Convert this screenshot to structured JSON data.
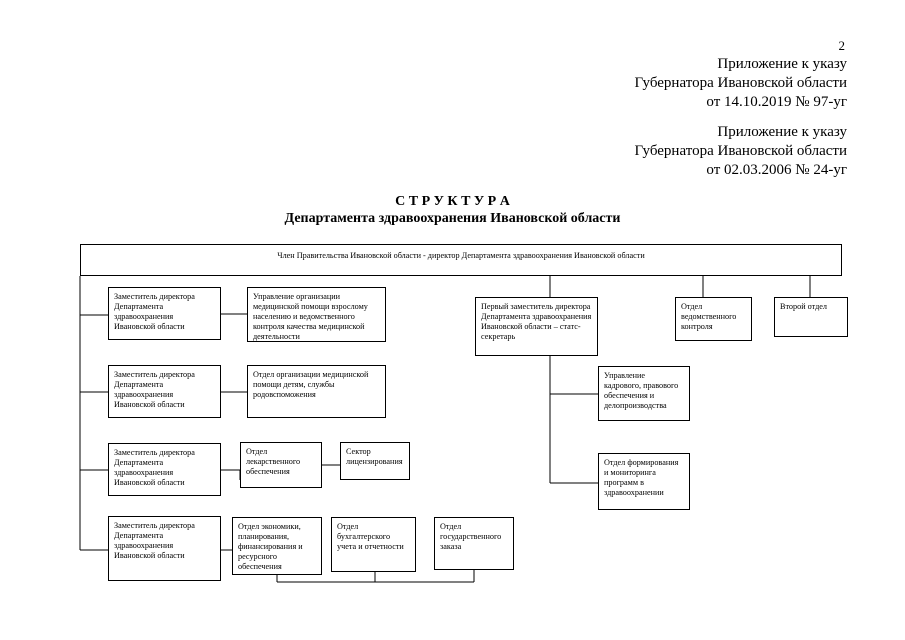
{
  "page_number": "2",
  "appendix_1": {
    "line1": "Приложение к указу",
    "line2": "Губернатора Ивановской области",
    "line3": "от 14.10.2019 № 97-уг"
  },
  "appendix_2": {
    "line1": "Приложение к указу",
    "line2": "Губернатора Ивановской области",
    "line3": "от 02.03.2006 № 24-уг"
  },
  "title": {
    "line1": "С Т Р У К Т У Р А",
    "line2": "Департамента здравоохранения Ивановской области"
  },
  "org": {
    "top": "Член Правительства Ивановской области - директор Департамента здравоохранения Ивановской области",
    "deputy_1": "Заместитель директора Департамента здравоохранения Ивановской области",
    "dept_adult_care": "Управление организации медицинской помощи взрослому населению и ведомственного контроля качества медицинской деятельности",
    "deputy_2": "Заместитель директора Департамента здравоохранения Ивановской области",
    "dept_children": "Отдел организации медицинской помощи детям, службы родовспоможения",
    "deputy_3": "Заместитель директора Департамента здравоохранения Ивановской области",
    "dept_drug": "Отдел лекарственного обеспечения",
    "sector_licensing": "Сектор лицензирования",
    "deputy_4": "Заместитель директора Департамента здравоохранения Ивановской области",
    "dept_economics": "Отдел экономики, планирования, финансирования и ресурсного обеспечения",
    "dept_accounting": "Отдел бухгалтерского учета и отчетности",
    "dept_procurement": "Отдел государственного заказа",
    "first_deputy": "Первый заместитель директора Департамента здравоохранения Ивановской области – статс-секретарь",
    "dept_hr": "Управление кадрового, правового обеспечения и делопроизводства",
    "dept_programs": "Отдел формирования и мониторинга программ в здравоохранении",
    "dept_departmental_control": "Отдел ведомственного контроля",
    "second_dept": "Второй отдел"
  }
}
